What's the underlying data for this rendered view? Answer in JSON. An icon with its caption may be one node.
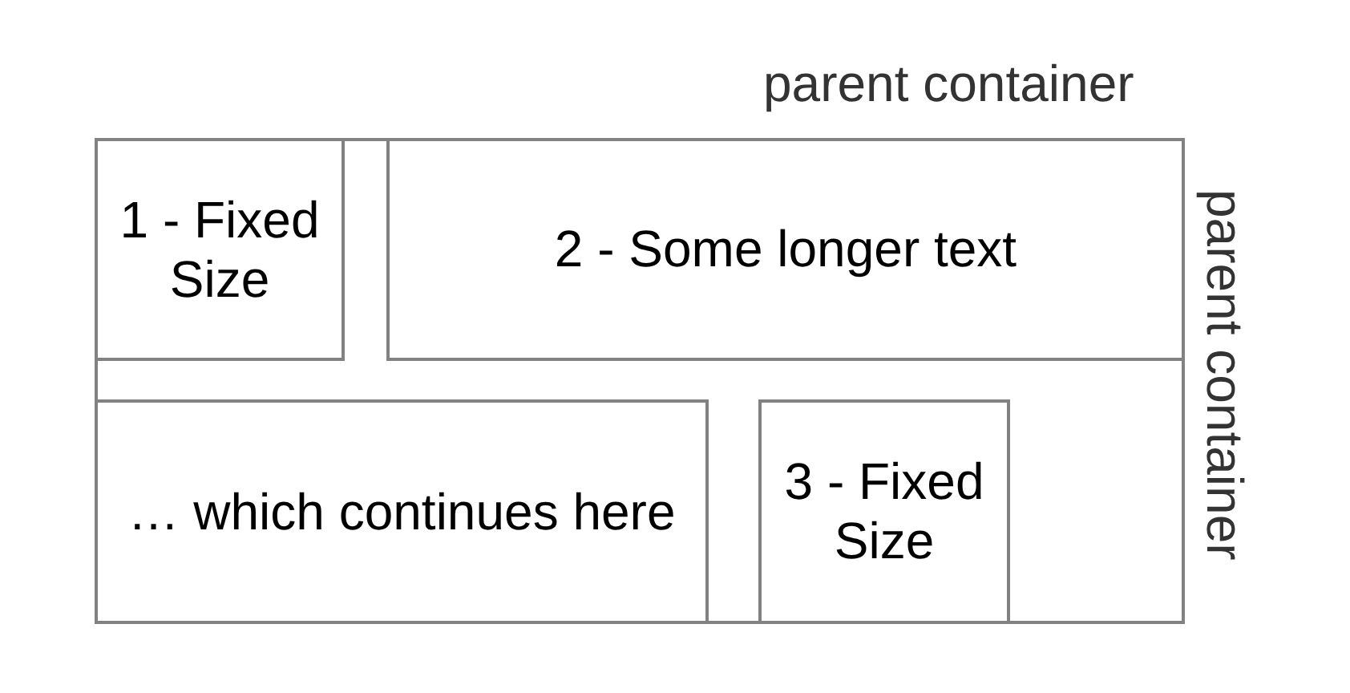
{
  "diagram": {
    "nodes": [
      {
        "text": [
          "parent container",
          "parent container"
        ]
      },
      {
        "text": [
          "1 - Fixed Size"
        ],
        "in": 0
      },
      {
        "text": [
          "2 - Some longer text"
        ],
        "in": 0
      },
      {
        "text": [
          "… which continues here"
        ],
        "in": 0
      },
      {
        "text": [
          "3 - Fixed Size"
        ],
        "in": 0
      }
    ],
    "edges": []
  }
}
